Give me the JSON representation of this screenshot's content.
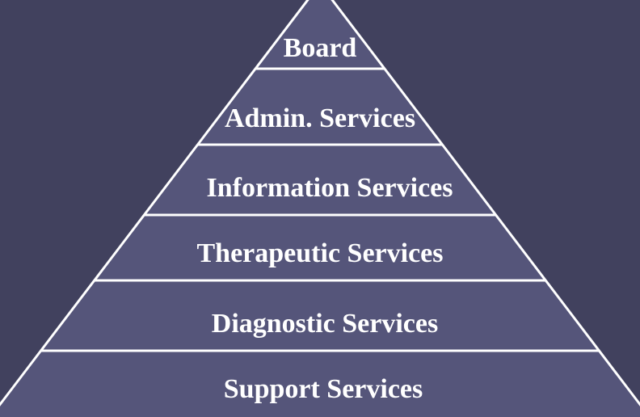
{
  "diagram": {
    "tiers": [
      {
        "label": "Board"
      },
      {
        "label": "Admin. Services"
      },
      {
        "label": "Information Services"
      },
      {
        "label": "Therapeutic Services"
      },
      {
        "label": "Diagnostic Services"
      },
      {
        "label": "Support Services"
      }
    ]
  },
  "colors": {
    "background": "#41415e",
    "tier_fill": "#55557a",
    "line": "#ffffff",
    "text": "#ffffff"
  }
}
